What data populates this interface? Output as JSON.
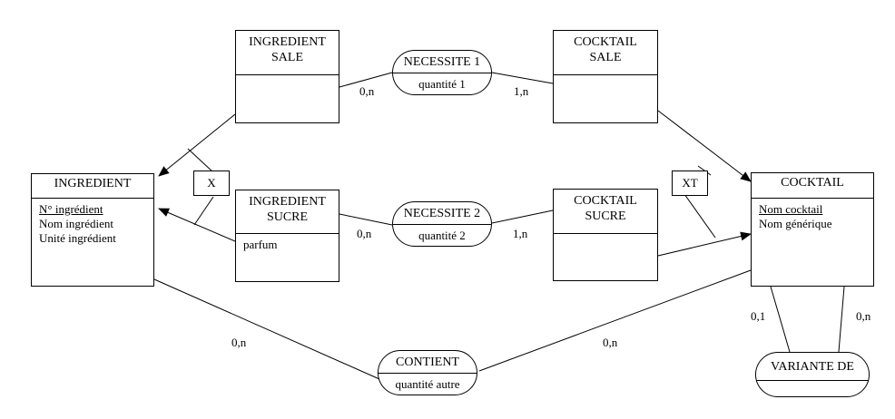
{
  "entities": {
    "ingredient": {
      "title": "INGREDIENT",
      "attrs": [
        {
          "text": "N° ingrédient",
          "key": true
        },
        {
          "text": "Nom ingrédient",
          "key": false
        },
        {
          "text": "Unité ingrédient",
          "key": false
        }
      ]
    },
    "ingredient_sale": {
      "title_line1": "INGREDIENT",
      "title_line2": "SALE"
    },
    "ingredient_sucre": {
      "title_line1": "INGREDIENT",
      "title_line2": "SUCRE",
      "attr": "parfum"
    },
    "cocktail_sale": {
      "title_line1": "COCKTAIL",
      "title_line2": "SALE"
    },
    "cocktail_sucre": {
      "title_line1": "COCKTAIL",
      "title_line2": "SUCRE"
    },
    "cocktail": {
      "title": "COCKTAIL",
      "attrs": [
        {
          "text": "Nom cocktail",
          "key": true
        },
        {
          "text": "Nom générique",
          "key": false
        }
      ]
    }
  },
  "associations": {
    "necessite1": {
      "name": "NECESSITE 1",
      "attr": "quantité 1"
    },
    "necessite2": {
      "name": "NECESSITE 2",
      "attr": "quantité 2"
    },
    "contient": {
      "name": "CONTIENT",
      "attr": "quantité autre"
    },
    "variante": {
      "name": "VARIANTE DE"
    }
  },
  "cardinalities": {
    "n1_ingredient_sale": "0,n",
    "n1_cocktail_sale": "1,n",
    "n2_ingredient_sucre": "0,n",
    "n2_cocktail_sucre": "1,n",
    "contient_ingredient": "0,n",
    "contient_cocktail": "0,n",
    "variante_left": "0,1",
    "variante_right": "0,n"
  },
  "constraints": {
    "ingredient_specialization": "X",
    "cocktail_specialization": "XT"
  }
}
